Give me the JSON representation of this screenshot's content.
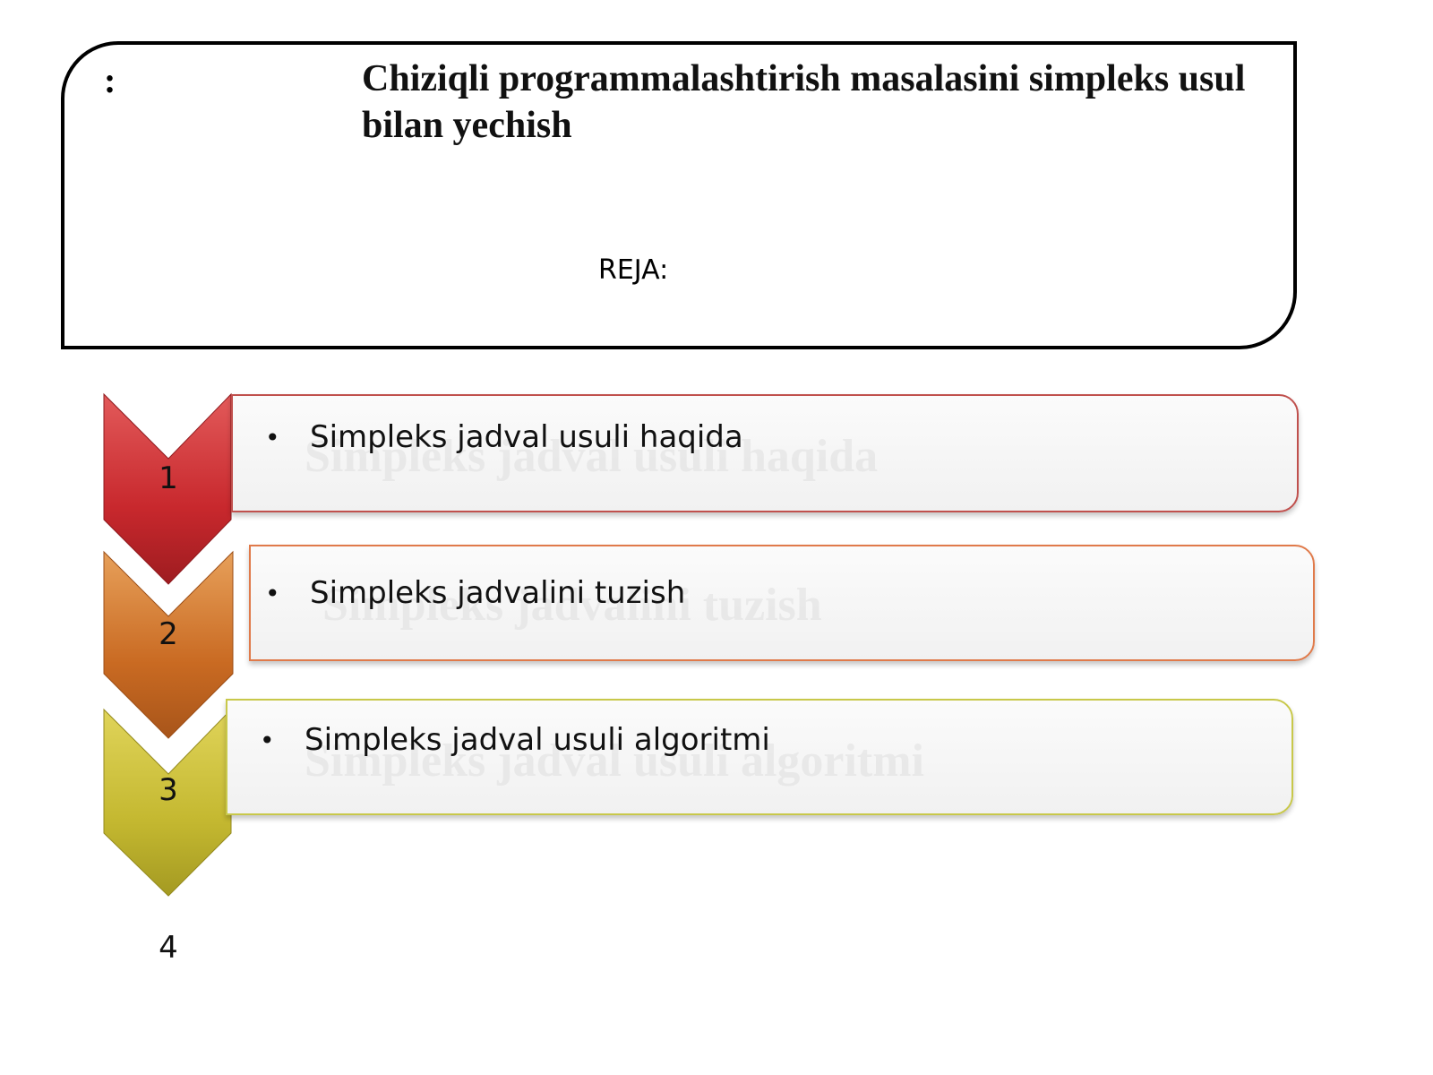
{
  "header": {
    "prefix": ":",
    "title": "Chiziqli programmalashtirish masalasini  simpleks usul bilan yechish",
    "plan_label": "REJA:"
  },
  "steps": [
    {
      "number": "1",
      "bullet": "•",
      "text": "Simpleks jadval usuli haqida",
      "color": "#c8282d",
      "panel_border": "#c0504d"
    },
    {
      "number": "2",
      "bullet": "•",
      "text": "Simpleks jadvalini tuzish",
      "color": "#c96a22",
      "panel_border": "#e07a4a"
    },
    {
      "number": "3",
      "bullet": "•",
      "text": "Simpleks jadval usuli algoritmi",
      "color": "#b8a82a",
      "panel_border": "#c8c84a"
    },
    {
      "number": "4"
    }
  ]
}
